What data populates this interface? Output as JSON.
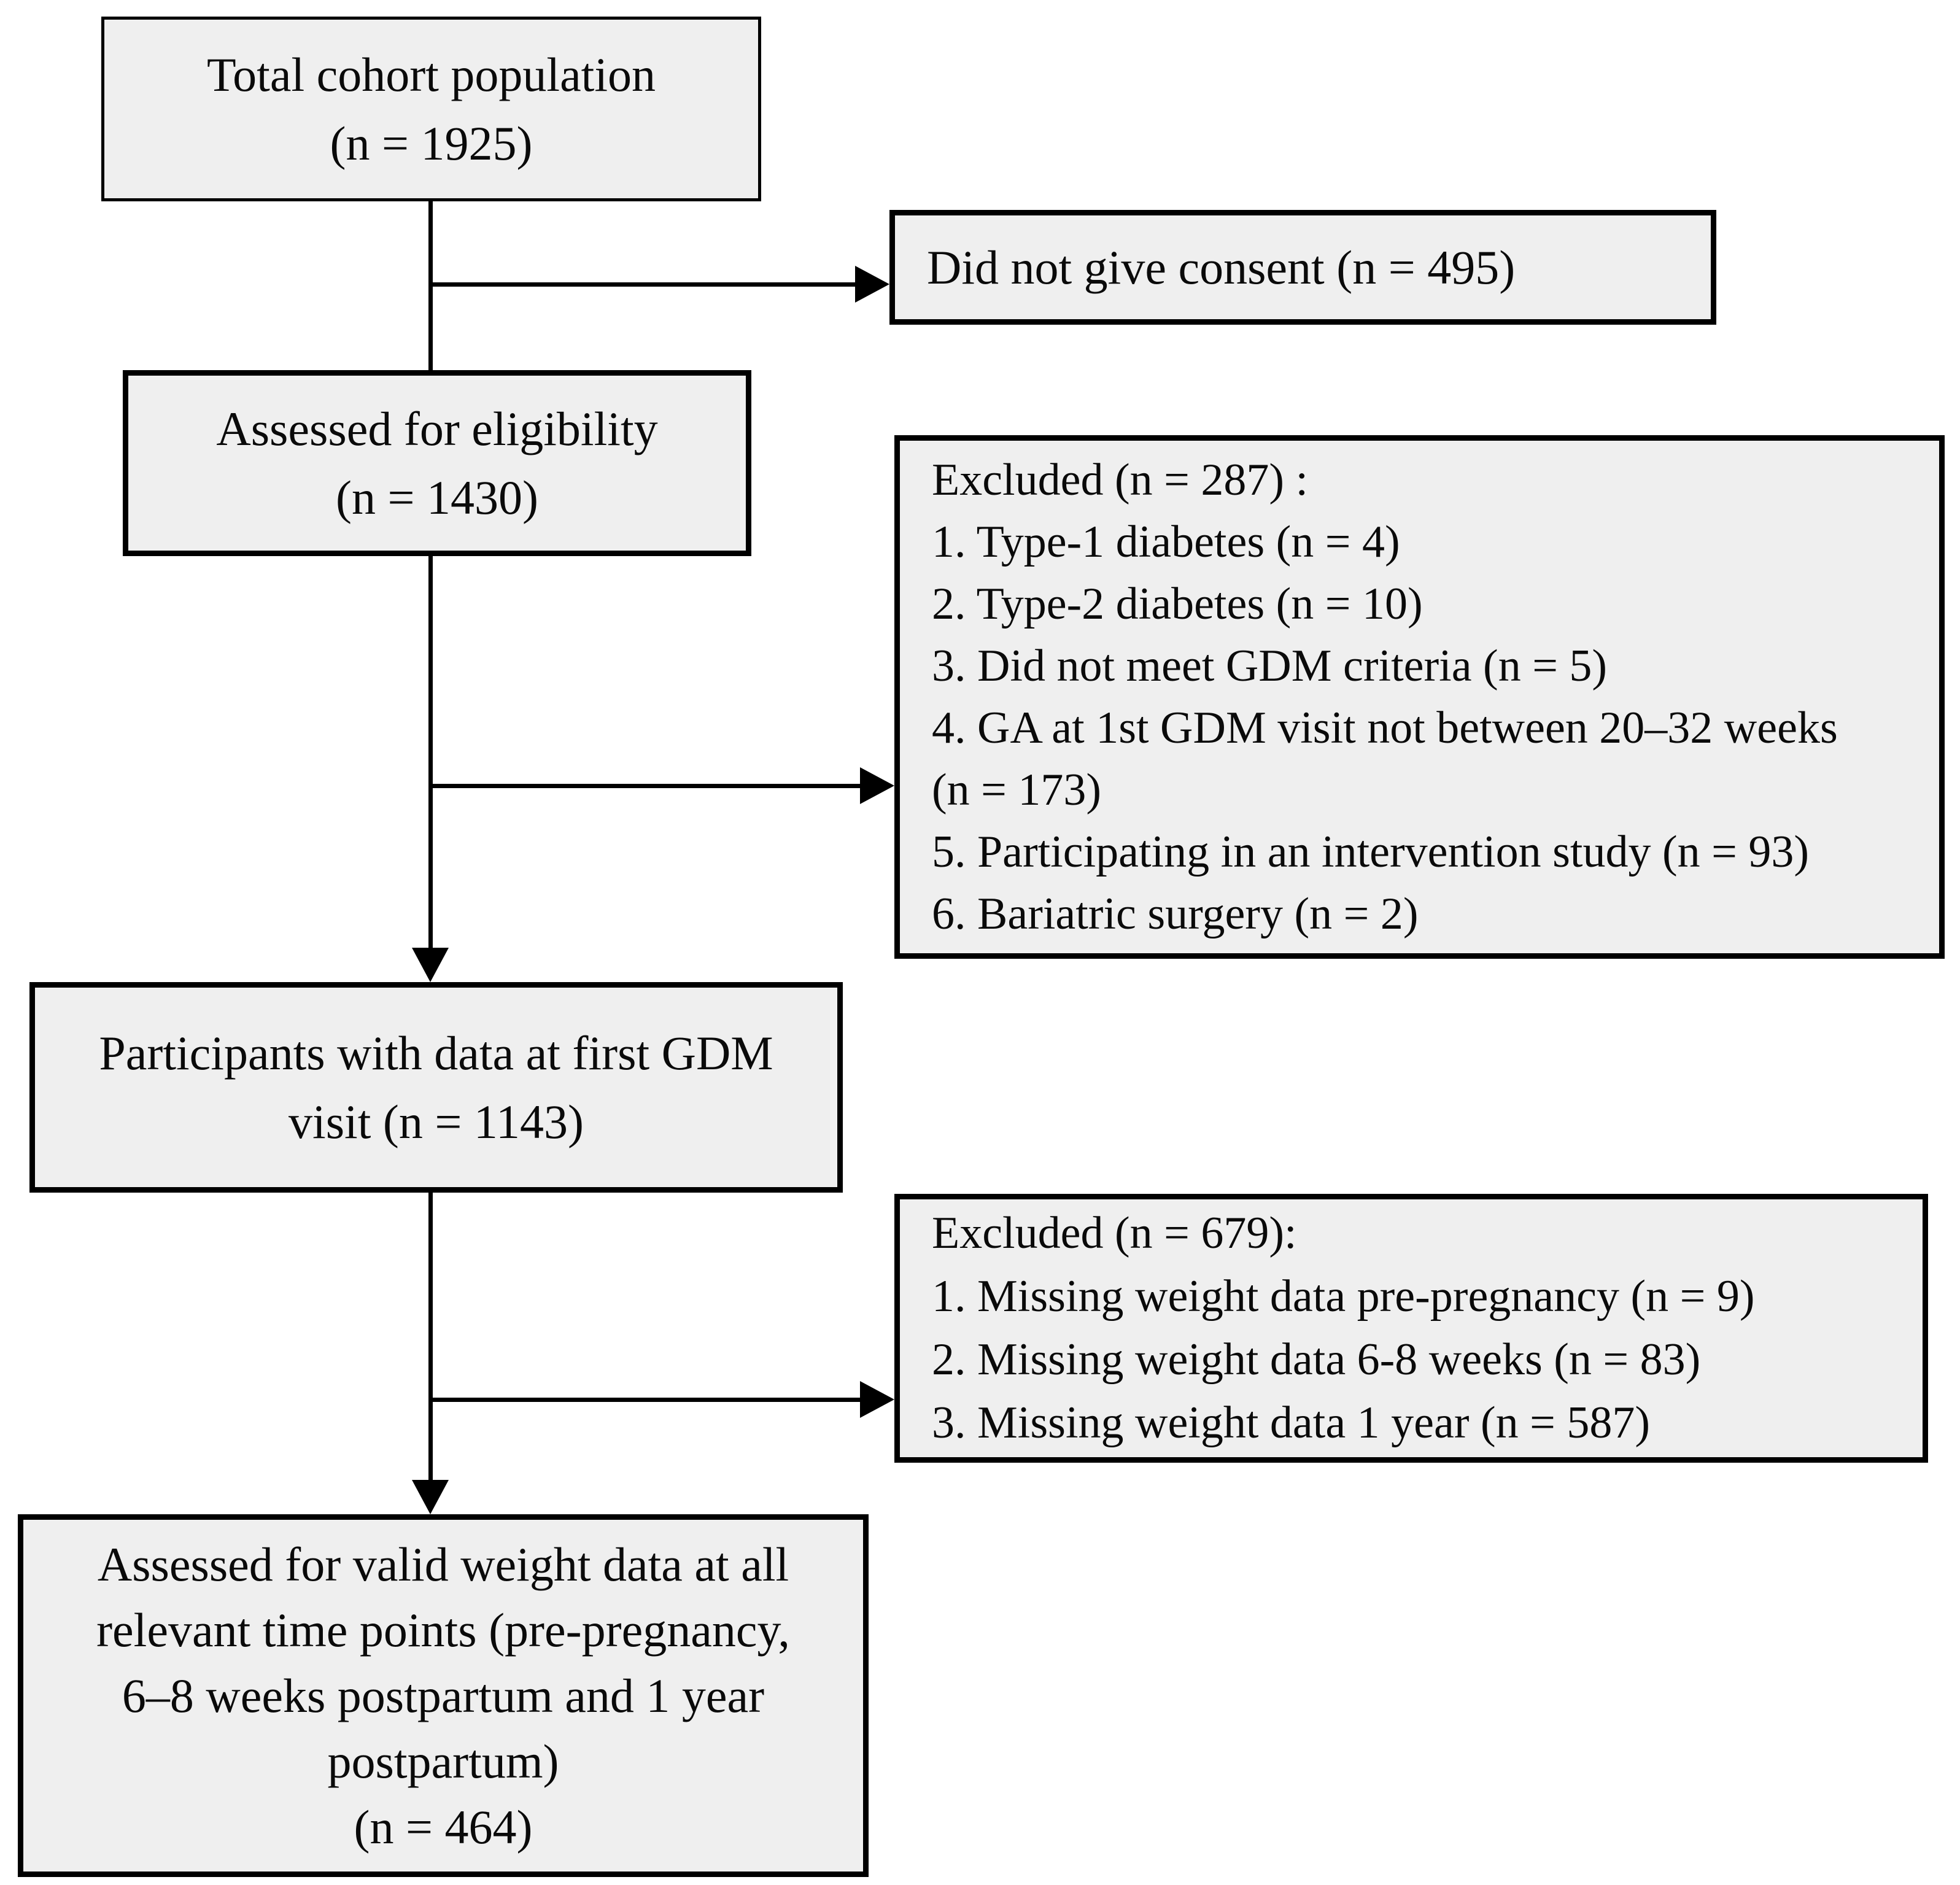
{
  "figure_type": "study-flow-diagram",
  "colors": {
    "background": "#ffffff",
    "box_fill": "#efefef",
    "border": "#000000",
    "text": "#0a0a0a"
  },
  "flowchart": {
    "total": {
      "lines": [
        "Total cohort population",
        "(n = 1925)"
      ]
    },
    "consent": {
      "lines": [
        "Did not give consent (n = 495)"
      ]
    },
    "eligibility": {
      "lines": [
        "Assessed for eligibility",
        "(n = 1430)"
      ]
    },
    "excluded1": {
      "lines": [
        "Excluded (n = 287) :",
        "1. Type-1 diabetes (n = 4)",
        "2. Type-2 diabetes (n = 10)",
        "3. Did not meet GDM criteria (n = 5)",
        "4. GA at 1st GDM visit not between 20–32 weeks",
        "(n = 173)",
        "5. Participating in an intervention study (n = 93)",
        "6. Bariatric surgery (n = 2)"
      ]
    },
    "participants": {
      "lines": [
        "Participants with data at first GDM",
        "visit (n = 1143)"
      ]
    },
    "excluded2": {
      "lines": [
        "Excluded (n = 679):",
        "1. Missing weight data pre-pregnancy (n = 9)",
        "2. Missing weight data 6-8 weeks (n = 83)",
        "3. Missing weight data 1 year (n = 587)"
      ]
    },
    "final": {
      "lines": [
        "Assessed for valid weight data at all",
        "relevant time points (pre-pregnancy,",
        "6–8 weeks postpartum and 1 year",
        "postpartum)",
        "(n = 464)"
      ]
    }
  }
}
